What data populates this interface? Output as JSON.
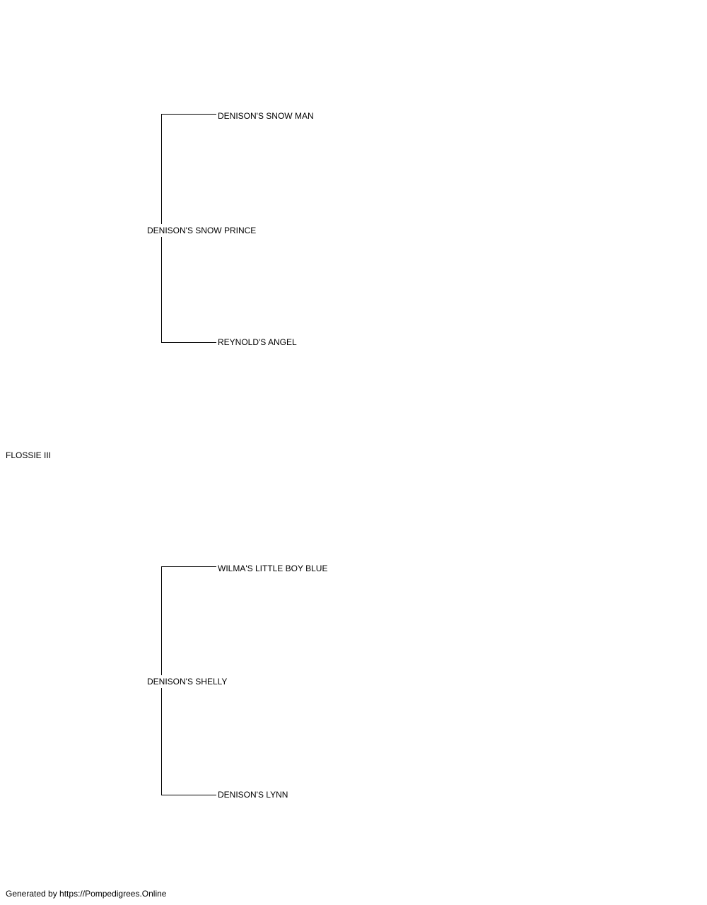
{
  "pedigree": {
    "subject": "FLOSSIE III",
    "sire": {
      "name": "DENISON'S SNOW PRINCE",
      "sire": "DENISON'S SNOW MAN",
      "dam": "REYNOLD'S ANGEL"
    },
    "dam": {
      "name": "DENISON'S SHELLY",
      "sire": "WILMA'S LITTLE BOY BLUE",
      "dam": "DENISON'S LYNN"
    }
  },
  "footer": {
    "text": "Generated by https://Pompedigrees.Online"
  }
}
